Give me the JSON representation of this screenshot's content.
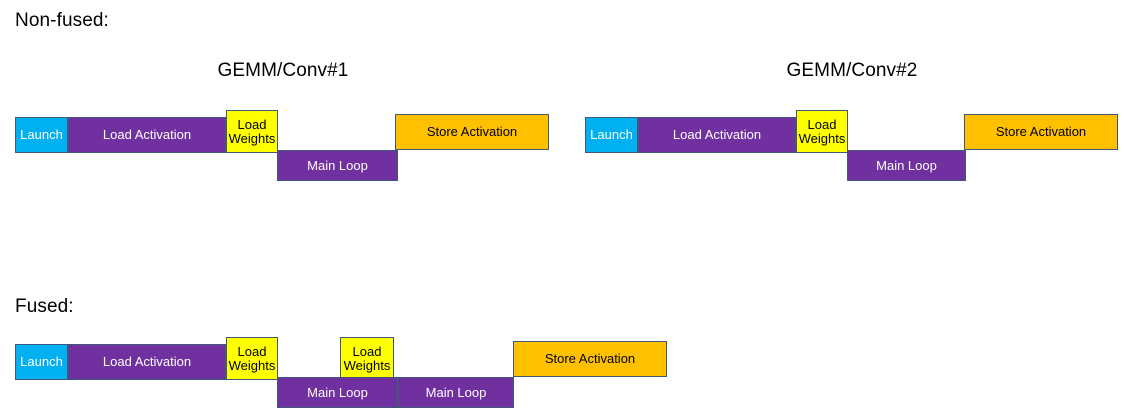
{
  "palette": {
    "launch": "#00b0f0",
    "load_activation": "#7030a0",
    "load_weights": "#ffff00",
    "main_loop": "#7030a0",
    "store_activation": "#ffc000",
    "border": "#41577c",
    "text_light": "#ffffff",
    "text_dark": "#000000",
    "background": "#ffffff"
  },
  "sections": [
    {
      "heading": "Non-fused:",
      "groups": [
        {
          "title": "GEMM/Conv#1",
          "bars": [
            {
              "name": "launch",
              "label": "Launch"
            },
            {
              "name": "load-activation",
              "label": "Load Activation"
            },
            {
              "name": "load-weights",
              "label": "Load Weights"
            },
            {
              "name": "main-loop",
              "label": "Main Loop"
            },
            {
              "name": "store-activation",
              "label": "Store Activation"
            }
          ]
        },
        {
          "title": "GEMM/Conv#2",
          "bars": [
            {
              "name": "launch",
              "label": "Launch"
            },
            {
              "name": "load-activation",
              "label": "Load Activation"
            },
            {
              "name": "load-weights",
              "label": "Load Weights"
            },
            {
              "name": "main-loop",
              "label": "Main Loop"
            },
            {
              "name": "store-activation",
              "label": "Store Activation"
            }
          ]
        }
      ]
    },
    {
      "heading": "Fused:",
      "groups": [
        {
          "title": "",
          "bars": [
            {
              "name": "launch",
              "label": "Launch"
            },
            {
              "name": "load-activation",
              "label": "Load Activation"
            },
            {
              "name": "load-weights-1",
              "label": "Load Weights"
            },
            {
              "name": "load-weights-2",
              "label": "Load Weights"
            },
            {
              "name": "main-loop-1",
              "label": "Main Loop"
            },
            {
              "name": "main-loop-2",
              "label": "Main Loop"
            },
            {
              "name": "store-activation",
              "label": "Store Activation"
            }
          ]
        }
      ]
    }
  ],
  "labels": {
    "non_fused_heading": "Non-fused:",
    "fused_heading": "Fused:",
    "gemm_conv_1": "GEMM/Conv#1",
    "gemm_conv_2": "GEMM/Conv#2",
    "launch": "Launch",
    "load_activation": "Load Activation",
    "load_weights": "Load Weights",
    "main_loop": "Main Loop",
    "store_activation": "Store Activation"
  }
}
